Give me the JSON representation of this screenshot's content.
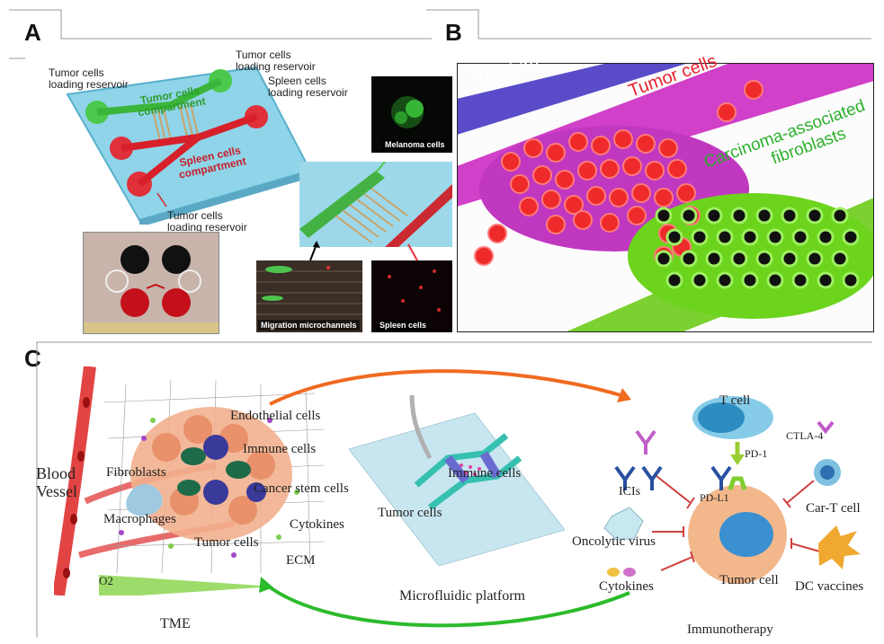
{
  "panels": {
    "a": {
      "letter": "A",
      "labels": {
        "tumor_reservoir_left": "Tumor cells\nloading reservoir",
        "tumor_reservoir_top": "Tumor cells\nloading reservoir",
        "spleen_reservoir": "Spleen cells\nloading reservoir",
        "tumor_compartment": "Tumor cells\ncompartment",
        "spleen_compartment": "Spleen cells\ncompartment",
        "tumor_reservoir_bottom": "Tumor cells\nloading reservoir",
        "melanoma": "Melanoma cells",
        "migration": "Migration microchannels",
        "spleen_cells": "Spleen cells"
      }
    },
    "b": {
      "letter": "B",
      "labels": {
        "medium": "Medium",
        "tumor_cells": "Tumor cells",
        "caf_line1": "Carcinoma-associated",
        "caf_line2": "fibroblasts"
      }
    },
    "c": {
      "letter": "C",
      "tme": {
        "blood_line1": "Blood",
        "blood_line2": "Vessel",
        "endothelial": "Endothelial cells",
        "immune": "Immune cells",
        "fibroblasts": "Fibroblasts",
        "cancer_stem": "Cancer stem cells",
        "macrophages": "Macrophages",
        "cytokines": "Cytokines",
        "tumor_cells": "Tumor cells",
        "ecm": "ECM",
        "o2": "O2",
        "caption": "TME"
      },
      "platform": {
        "immune": "Immune cells",
        "tumor": "Tumor cells",
        "caption": "Microfluidic platform"
      },
      "immuno": {
        "t_cell": "T cell",
        "ctla4": "CTLA-4",
        "pd1": "PD-1",
        "icis": "ICIs",
        "pdl1": "PD-L1",
        "car_t": "Car-T cell",
        "oncolytic": "Oncolytic virus",
        "cytokines": "Cytokines",
        "tumor_cell": "Tumor cell",
        "dc_vaccines": "DC vaccines",
        "caption": "Immunotherapy"
      }
    }
  }
}
